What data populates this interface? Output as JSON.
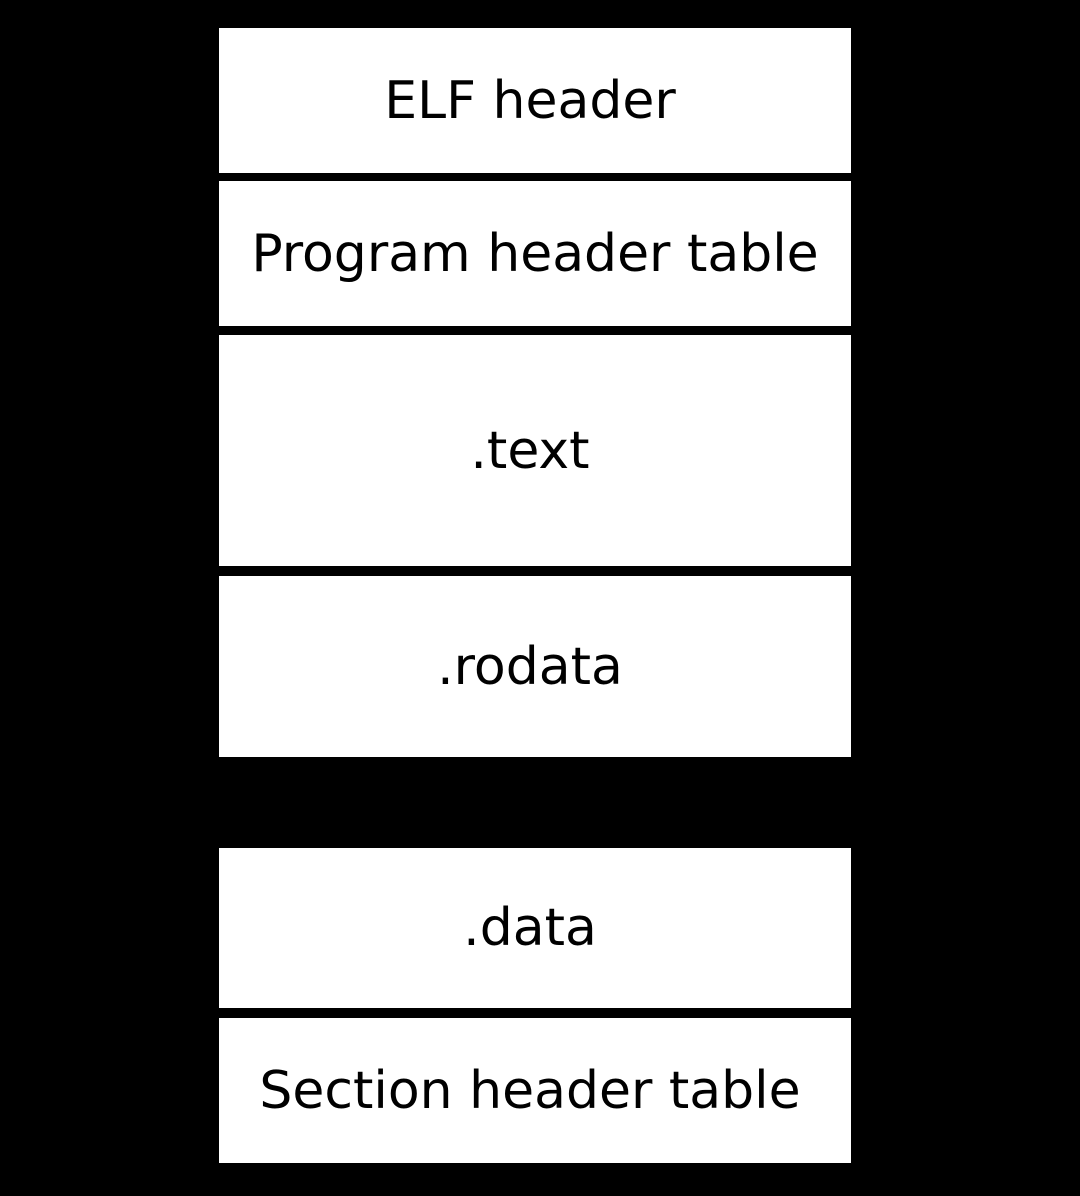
{
  "sections": [
    {
      "id": "elf-header",
      "label": "ELF header"
    },
    {
      "id": "program-header-table",
      "label": "Program header table"
    },
    {
      "id": "text",
      "label": ".text"
    },
    {
      "id": "rodata",
      "label": ".rodata"
    },
    {
      "id": "data",
      "label": ".data"
    },
    {
      "id": "section-header-table",
      "label": "Section header table"
    }
  ],
  "colors": {
    "background": "#000000",
    "block_fill": "#ffffff",
    "text": "#000000"
  }
}
